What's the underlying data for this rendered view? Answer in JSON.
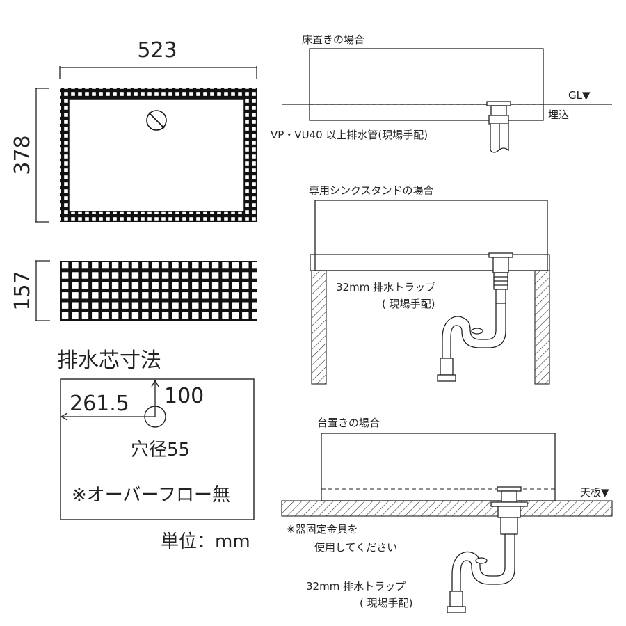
{
  "top_view": {
    "width_dim": "523",
    "height_dim": "378"
  },
  "side_view": {
    "height_dim": "157"
  },
  "drain_layout": {
    "title": "排水芯寸法",
    "dim_x": "261.5",
    "dim_y": "100",
    "hole": "穴径55",
    "overflow": "※オーバーフロー無"
  },
  "unit": "単位：mm",
  "floor_install": {
    "title": "床置きの場合",
    "gl": "GL▼",
    "buried": "埋込",
    "pipe_note": "VP・VU40  以上排水管(現場手配)"
  },
  "stand_install": {
    "title": "専用シンクスタンドの場合",
    "trap_note_1": "32mm 排水トラップ",
    "trap_note_2": "( 現場手配)"
  },
  "counter_install": {
    "title": "台置きの場合",
    "counter_label": "天板▼",
    "fixture_note_1": "※器固定金具を",
    "fixture_note_2": "使用してください",
    "trap_note_1": "32mm 排水トラップ",
    "trap_note_2": "( 現場手配)"
  }
}
